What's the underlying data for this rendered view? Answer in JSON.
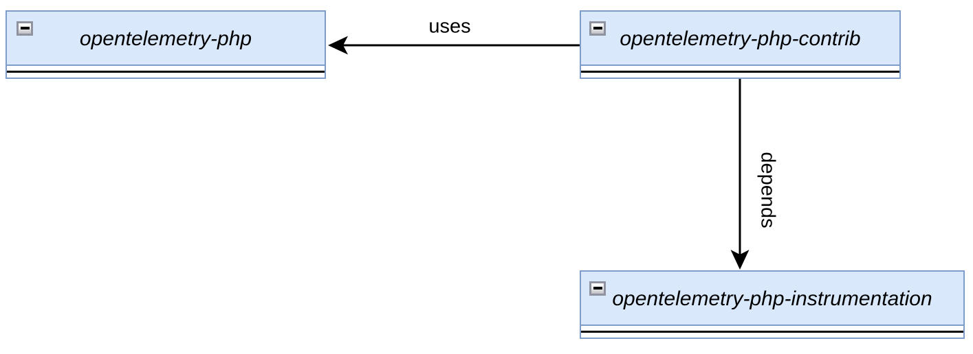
{
  "diagram": {
    "nodes": [
      {
        "id": "php",
        "label": "opentelemetry-php"
      },
      {
        "id": "contrib",
        "label": "opentelemetry-php-contrib"
      },
      {
        "id": "instrumentation",
        "label": "opentelemetry-php-instrumentation"
      }
    ],
    "edges": [
      {
        "from": "contrib",
        "to": "php",
        "label": "uses",
        "direction": "left"
      },
      {
        "from": "contrib",
        "to": "instrumentation",
        "label": "depends",
        "direction": "down"
      }
    ],
    "colors": {
      "node_fill": "#dae8fc",
      "node_border": "#7e9cc9",
      "edge_color": "#000000",
      "text_color": "#000000",
      "collapse_border": "#8f93a0"
    }
  }
}
